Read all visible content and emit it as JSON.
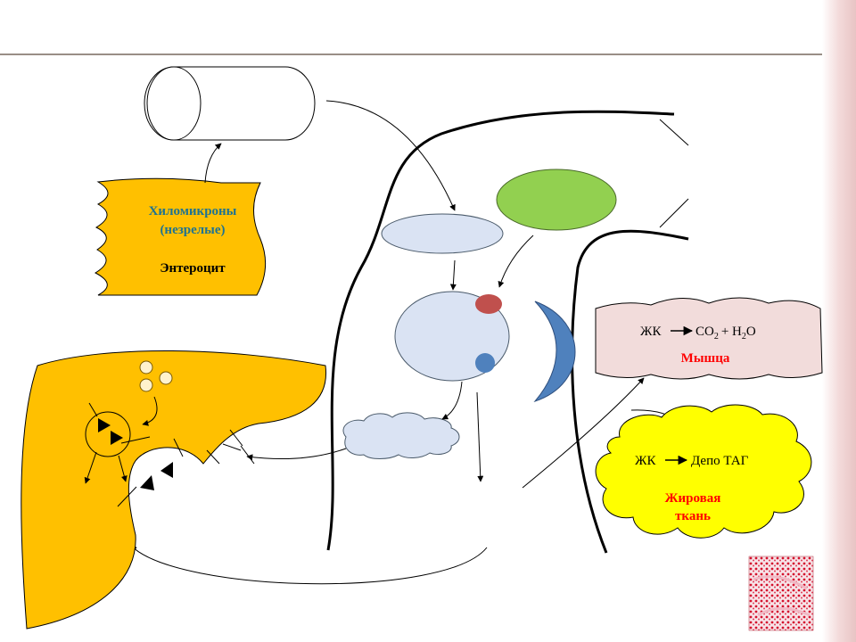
{
  "enterocyte": {
    "title_line1": "Хиломикроны",
    "title_line2": "(незрелые)",
    "name": "Энтероцит"
  },
  "muscle": {
    "formula_left": "ЖК",
    "formula_right_co2": "CO",
    "formula_sub_2a": "2",
    "formula_plus": "+ H",
    "formula_sub_2b": "2",
    "formula_o": "O",
    "name": "Мышца"
  },
  "adipose": {
    "formula_left": "ЖК",
    "formula_right": "Депо ТАГ",
    "name_line1": "Жировая",
    "name_line2": "ткань"
  },
  "colors": {
    "enterocyte_fill": "#FFC000",
    "liver_fill": "#FFC000",
    "enterocyte_text": "#1F7391",
    "vesicle_fill": "#DAE3F3",
    "green_oval": "#92D050",
    "red_dot": "#C0504D",
    "blue_dot": "#4F81BD",
    "crescent": "#4F81BD",
    "muscle_fill": "#F2DCDB",
    "adipose_fill": "#FFFF00",
    "label_red": "#FF0000",
    "header_rule": "#5C4A3D"
  }
}
